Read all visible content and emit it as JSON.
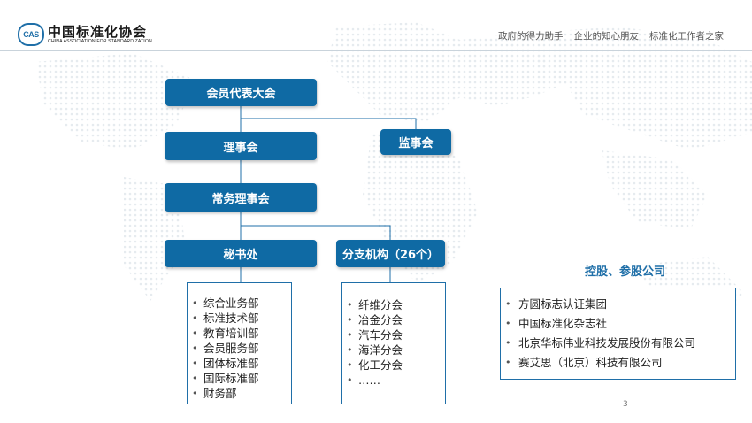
{
  "header": {
    "logo_mark": "CAS",
    "logo_cn": "中国标准化协会",
    "logo_en": "CHINA ASSOCIATION FOR STANDARDIZATION",
    "slogans": [
      "政府的得力助手",
      "企业的知心朋友",
      "标准化工作者之家"
    ]
  },
  "org": {
    "congress": "会员代表大会",
    "council": "理事会",
    "supervisors": "监事会",
    "standing_council": "常务理事会",
    "secretariat": "秘书处",
    "branches": "分支机构（26个）"
  },
  "secretariat_departments": [
    "综合业务部",
    "标准技术部",
    "教育培训部",
    "会员服务部",
    "团体标准部",
    "国际标准部",
    "财务部"
  ],
  "branch_list": [
    "纤维分会",
    "冶金分会",
    "汽车分会",
    "海洋分会",
    "化工分会",
    "……"
  ],
  "holdings": {
    "title": "控股、参股公司",
    "items": [
      "方圆标志认证集团",
      "中国标准化杂志社",
      "北京华标伟业科技发展股份有限公司",
      "赛艾思（北京）科技有限公司"
    ]
  },
  "page_number": "3",
  "colors": {
    "primary": "#0f6aa4",
    "accent": "#1f6fa8"
  }
}
